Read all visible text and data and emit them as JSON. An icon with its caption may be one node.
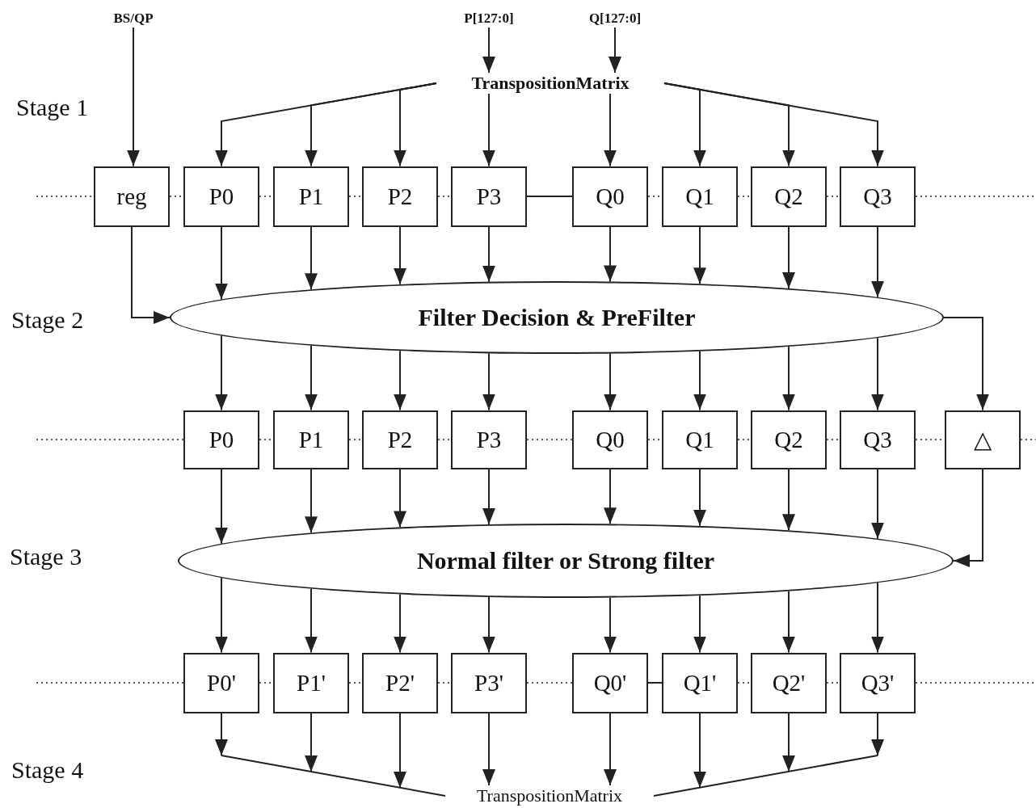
{
  "diagram": {
    "nodes": [
      {
        "text": [
          "BS/QP"
        ]
      },
      {
        "text": [
          "P[127:0]"
        ]
      },
      {
        "text": [
          "Q[127:0]"
        ]
      },
      {
        "text": [
          "TranspositionMatrix"
        ]
      },
      {
        "text": [
          "reg"
        ]
      },
      {
        "text": [
          "P0"
        ]
      },
      {
        "text": [
          "P1"
        ]
      },
      {
        "text": [
          "P2"
        ]
      },
      {
        "text": [
          "P3"
        ]
      },
      {
        "text": [
          "Q0"
        ]
      },
      {
        "text": [
          "Q1"
        ]
      },
      {
        "text": [
          "Q2"
        ]
      },
      {
        "text": [
          "Q3"
        ]
      },
      {
        "text": [
          "Filter Decision & PreFilter"
        ]
      },
      {
        "text": [
          "P0"
        ]
      },
      {
        "text": [
          "P1"
        ]
      },
      {
        "text": [
          "P2"
        ]
      },
      {
        "text": [
          "P3"
        ]
      },
      {
        "text": [
          "Q0"
        ]
      },
      {
        "text": [
          "Q1"
        ]
      },
      {
        "text": [
          "Q2"
        ]
      },
      {
        "text": [
          "Q3"
        ]
      },
      {
        "text": [
          "△"
        ]
      },
      {
        "text": [
          "Normal filter or Strong filter"
        ]
      },
      {
        "text": [
          "P0'"
        ]
      },
      {
        "text": [
          "P1'"
        ]
      },
      {
        "text": [
          "P2'"
        ]
      },
      {
        "text": [
          "P3'"
        ]
      },
      {
        "text": [
          "Q0'"
        ]
      },
      {
        "text": [
          "Q1'"
        ]
      },
      {
        "text": [
          "Q2'"
        ]
      },
      {
        "text": [
          "Q3'"
        ]
      },
      {
        "text": [
          "TranspositionMatrix"
        ]
      }
    ],
    "edges": [
      {
        "from": 0,
        "to": 4,
        "arrow": "to"
      },
      {
        "from": 1,
        "to": 3,
        "arrow": "to"
      },
      {
        "from": 2,
        "to": 3,
        "arrow": "to"
      },
      {
        "from": 3,
        "to": 5,
        "arrow": "to"
      },
      {
        "from": 3,
        "to": 6,
        "arrow": "to"
      },
      {
        "from": 3,
        "to": 7,
        "arrow": "to"
      },
      {
        "from": 3,
        "to": 8,
        "arrow": "to"
      },
      {
        "from": 3,
        "to": 9,
        "arrow": "to"
      },
      {
        "from": 3,
        "to": 10,
        "arrow": "to"
      },
      {
        "from": 3,
        "to": 11,
        "arrow": "to"
      },
      {
        "from": 3,
        "to": 12,
        "arrow": "to"
      },
      {
        "from": 4,
        "to": 13,
        "arrow": "to"
      },
      {
        "from": 5,
        "to": 13,
        "arrow": "to"
      },
      {
        "from": 6,
        "to": 13,
        "arrow": "to"
      },
      {
        "from": 7,
        "to": 13,
        "arrow": "to"
      },
      {
        "from": 8,
        "to": 13,
        "arrow": "to"
      },
      {
        "from": 9,
        "to": 13,
        "arrow": "to"
      },
      {
        "from": 10,
        "to": 13,
        "arrow": "to"
      },
      {
        "from": 11,
        "to": 13,
        "arrow": "to"
      },
      {
        "from": 12,
        "to": 13,
        "arrow": "to"
      },
      {
        "from": 13,
        "to": 14,
        "arrow": "to"
      },
      {
        "from": 13,
        "to": 15,
        "arrow": "to"
      },
      {
        "from": 13,
        "to": 16,
        "arrow": "to"
      },
      {
        "from": 13,
        "to": 17,
        "arrow": "to"
      },
      {
        "from": 13,
        "to": 18,
        "arrow": "to"
      },
      {
        "from": 13,
        "to": 19,
        "arrow": "to"
      },
      {
        "from": 13,
        "to": 20,
        "arrow": "to"
      },
      {
        "from": 13,
        "to": 21,
        "arrow": "to"
      },
      {
        "from": 13,
        "to": 22,
        "arrow": "to"
      },
      {
        "from": 14,
        "to": 23,
        "arrow": "to"
      },
      {
        "from": 15,
        "to": 23,
        "arrow": "to"
      },
      {
        "from": 16,
        "to": 23,
        "arrow": "to"
      },
      {
        "from": 17,
        "to": 23,
        "arrow": "to"
      },
      {
        "from": 18,
        "to": 23,
        "arrow": "to"
      },
      {
        "from": 19,
        "to": 23,
        "arrow": "to"
      },
      {
        "from": 20,
        "to": 23,
        "arrow": "to"
      },
      {
        "from": 21,
        "to": 23,
        "arrow": "to"
      },
      {
        "from": 22,
        "to": 23,
        "arrow": "to"
      },
      {
        "from": 23,
        "to": 24,
        "arrow": "to"
      },
      {
        "from": 23,
        "to": 25,
        "arrow": "to"
      },
      {
        "from": 23,
        "to": 26,
        "arrow": "to"
      },
      {
        "from": 23,
        "to": 27,
        "arrow": "to"
      },
      {
        "from": 23,
        "to": 28,
        "arrow": "to"
      },
      {
        "from": 23,
        "to": 29,
        "arrow": "to"
      },
      {
        "from": 23,
        "to": 30,
        "arrow": "to"
      },
      {
        "from": 23,
        "to": 31,
        "arrow": "to"
      },
      {
        "from": 24,
        "to": 32,
        "arrow": "to"
      },
      {
        "from": 25,
        "to": 32,
        "arrow": "to"
      },
      {
        "from": 26,
        "to": 32,
        "arrow": "to"
      },
      {
        "from": 27,
        "to": 32,
        "arrow": "to"
      },
      {
        "from": 28,
        "to": 32,
        "arrow": "to"
      },
      {
        "from": 29,
        "to": 32,
        "arrow": "to"
      },
      {
        "from": 30,
        "to": 32,
        "arrow": "to"
      },
      {
        "from": 31,
        "to": 32,
        "arrow": "to"
      },
      {
        "from": null,
        "to": 4,
        "arrow": "none",
        "style": "dashed"
      },
      {
        "from": 4,
        "to": 5,
        "arrow": "none",
        "style": "dashed"
      },
      {
        "from": 5,
        "to": 6,
        "arrow": "none",
        "style": "dashed"
      },
      {
        "from": 6,
        "to": 7,
        "arrow": "none",
        "style": "dashed"
      },
      {
        "from": 7,
        "to": 8,
        "arrow": "none",
        "style": "dashed"
      },
      {
        "from": 8,
        "to": 9,
        "arrow": "none"
      },
      {
        "from": 9,
        "to": 10,
        "arrow": "none",
        "style": "dashed"
      },
      {
        "from": 10,
        "to": 11,
        "arrow": "none",
        "style": "dashed"
      },
      {
        "from": 11,
        "to": 12,
        "arrow": "none",
        "style": "dashed"
      },
      {
        "from": 12,
        "to": null,
        "arrow": "none",
        "style": "dashed"
      },
      {
        "from": null,
        "to": 14,
        "arrow": "none",
        "style": "dashed"
      },
      {
        "from": 14,
        "to": 15,
        "arrow": "none",
        "style": "dashed"
      },
      {
        "from": 15,
        "to": 16,
        "arrow": "none",
        "style": "dashed"
      },
      {
        "from": 16,
        "to": 17,
        "arrow": "none",
        "style": "dashed"
      },
      {
        "from": 17,
        "to": 18,
        "arrow": "none",
        "style": "dashed"
      },
      {
        "from": 18,
        "to": 19,
        "arrow": "none",
        "style": "dashed"
      },
      {
        "from": 19,
        "to": 20,
        "arrow": "none",
        "style": "dashed"
      },
      {
        "from": 20,
        "to": 21,
        "arrow": "none",
        "style": "dashed"
      },
      {
        "from": 21,
        "to": 22,
        "arrow": "none",
        "style": "dashed"
      },
      {
        "from": 22,
        "to": null,
        "arrow": "none",
        "style": "dashed"
      },
      {
        "from": null,
        "to": 24,
        "arrow": "none",
        "style": "dashed"
      },
      {
        "from": 24,
        "to": 25,
        "arrow": "none",
        "style": "dashed"
      },
      {
        "from": 25,
        "to": 26,
        "arrow": "none",
        "style": "dashed"
      },
      {
        "from": 26,
        "to": 27,
        "arrow": "none",
        "style": "dashed"
      },
      {
        "from": 27,
        "to": 28,
        "arrow": "none",
        "style": "dashed"
      },
      {
        "from": 28,
        "to": 29,
        "arrow": "none"
      },
      {
        "from": 29,
        "to": 30,
        "arrow": "none",
        "style": "dashed"
      },
      {
        "from": 30,
        "to": 31,
        "arrow": "none",
        "style": "dashed"
      },
      {
        "from": 31,
        "to": null,
        "arrow": "none",
        "style": "dashed"
      }
    ],
    "labels": [
      "Stage 1",
      "Stage 2",
      "Stage 3",
      "Stage 4"
    ]
  }
}
